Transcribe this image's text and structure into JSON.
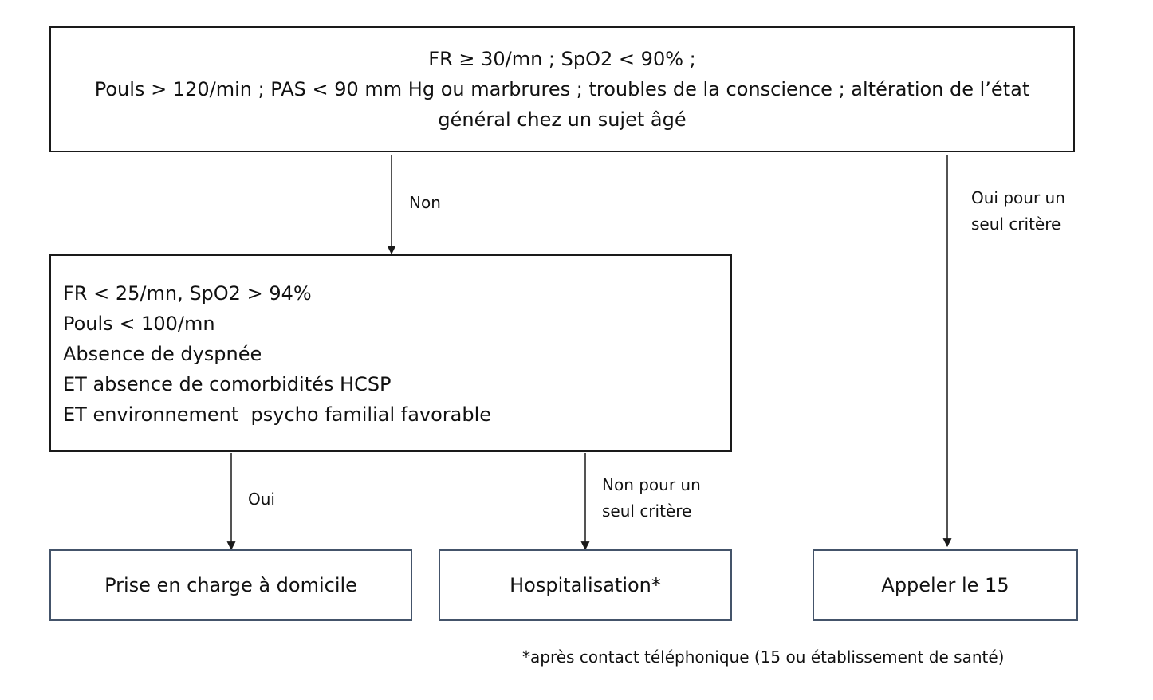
{
  "criteria_box": {
    "lines": [
      "FR ≥ 30/mn ; SpO2 < 90% ;",
      "Pouls > 120/min ; PAS < 90 mm Hg ou marbrures ; troubles de la conscience ; altération de l’état",
      "général chez un sujet âgé"
    ]
  },
  "edges": {
    "non": "Non",
    "oui_un_critere": [
      "Oui pour un",
      "seul critère"
    ],
    "oui": "Oui",
    "non_un_critere": [
      "Non pour un",
      "seul critère"
    ]
  },
  "stability_box": {
    "lines": [
      "FR < 25/mn, SpO2 > 94%",
      "Pouls < 100/mn",
      "Absence de dyspnée",
      "ET absence de comorbidités HCSP",
      "ET environnement  psycho familial favorable"
    ]
  },
  "outcomes": {
    "home": "Prise en charge à domicile",
    "hospital": "Hospitalisation*",
    "call": "Appeler le 15"
  },
  "footnote": "*après contact téléphonique (15 ou établissement de santé)",
  "colors": {
    "box_border": "#1a1a1a",
    "outcome_border": "#44546a",
    "arrow": "#1a1a1a"
  }
}
